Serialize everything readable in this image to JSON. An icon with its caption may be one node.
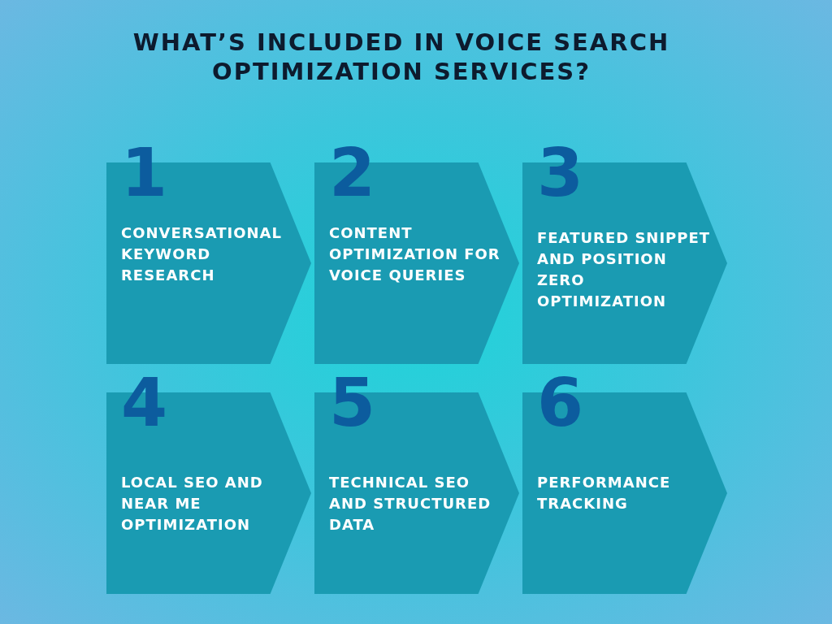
{
  "diagram": {
    "title": "WHAT’S INCLUDED IN VOICE SEARCH OPTIMIZATION SERVICES?",
    "nodes": [
      {
        "text": [
          "1",
          "CONVERSATIONAL KEYWORD RESEARCH"
        ]
      },
      {
        "text": [
          "2",
          "CONTENT OPTIMIZATION FOR VOICE QUERIES"
        ]
      },
      {
        "text": [
          "3",
          "FEATURED SNIPPET AND POSITION ZERO OPTIMIZATION"
        ]
      },
      {
        "text": [
          "4",
          "LOCAL SEO AND NEAR ME OPTIMIZATION"
        ]
      },
      {
        "text": [
          "5",
          "TECHNICAL SEO AND STRUCTURED DATA"
        ]
      },
      {
        "text": [
          "6",
          "PERFORMANCE TRACKING"
        ]
      }
    ]
  }
}
